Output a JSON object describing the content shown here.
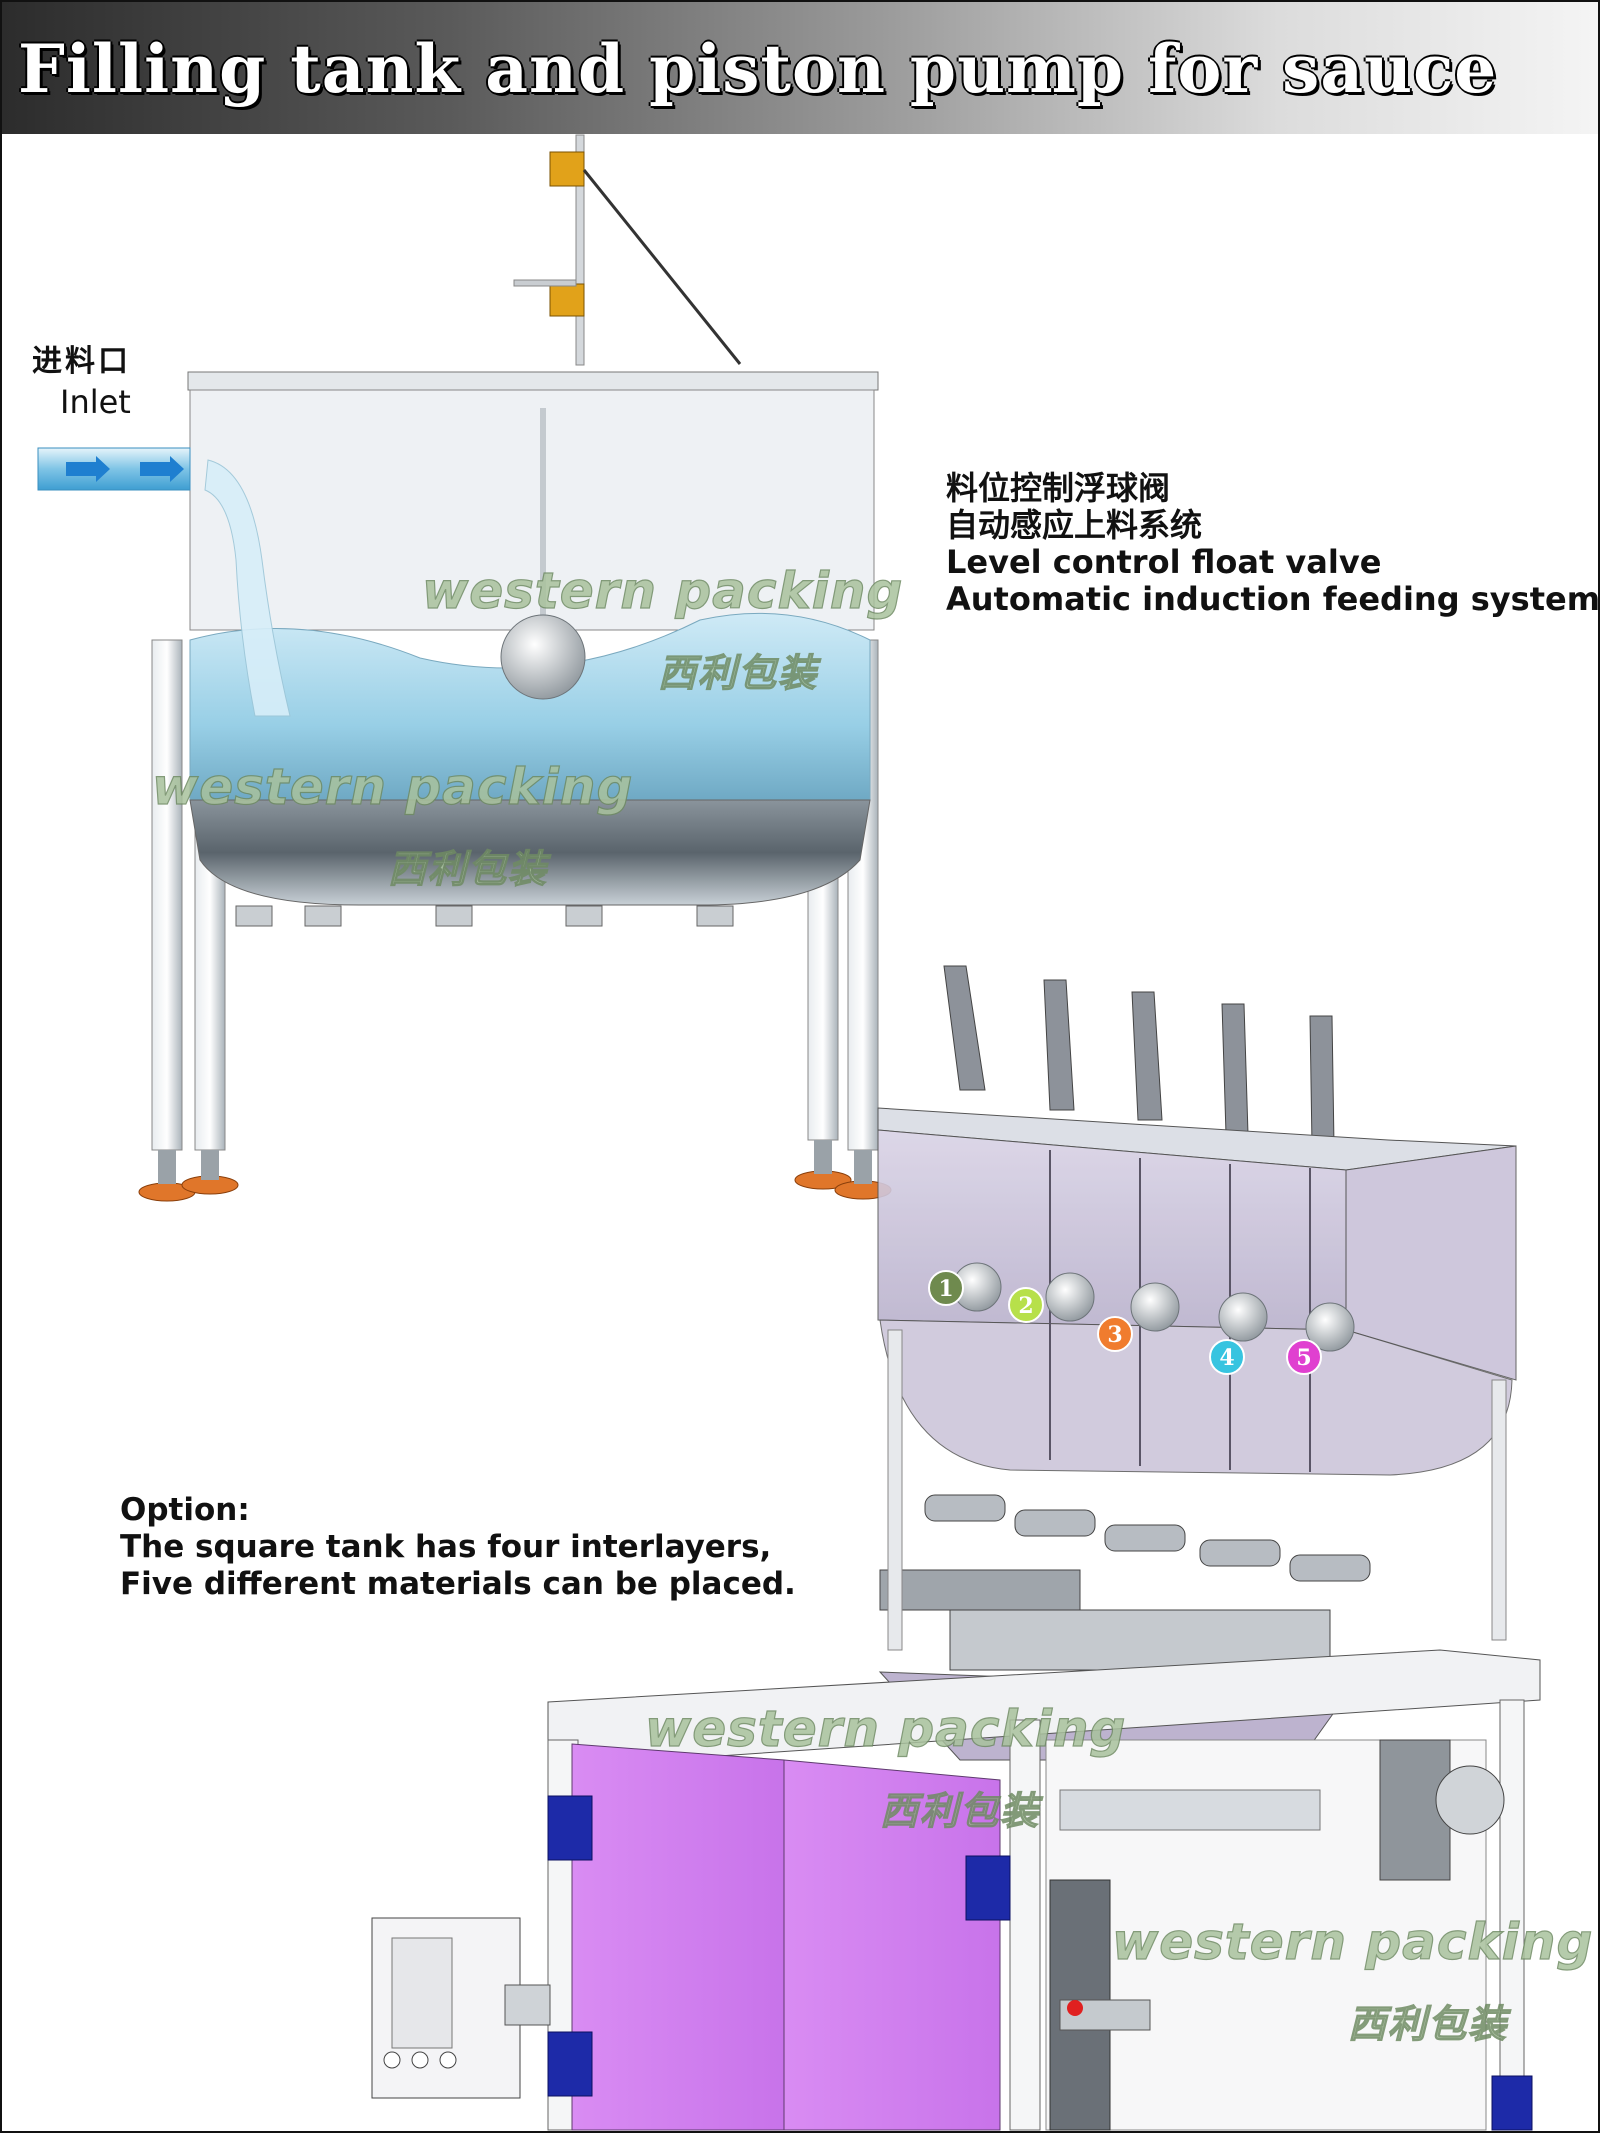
{
  "title": "Filling tank and piston pump for sauce",
  "inlet": {
    "label_cn": "进料口",
    "label_en": "Inlet"
  },
  "level_control": {
    "lines": [
      "料位控制浮球阀",
      "自动感应上料系统",
      "Level control float valve",
      "Automatic induction feeding system"
    ]
  },
  "option": {
    "lines": [
      "Option:",
      "The square tank has four interlayers,",
      "Five different materials can be placed."
    ]
  },
  "watermark": {
    "en": "western packing",
    "cn": "西利包装"
  },
  "compartments": [
    {
      "number": "1",
      "color": "#6f8a4e"
    },
    {
      "number": "2",
      "color": "#b7e04a"
    },
    {
      "number": "3",
      "color": "#f07c2e"
    },
    {
      "number": "4",
      "color": "#37c4e0"
    },
    {
      "number": "5",
      "color": "#e040d0"
    }
  ],
  "colors": {
    "liquid": "#a9d8ec",
    "cabinet_door": "#d98cf3",
    "hinge": "#1d2aa8",
    "foot": "#e0762a"
  }
}
